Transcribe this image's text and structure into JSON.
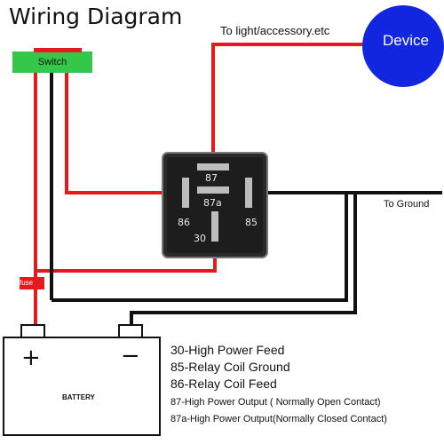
{
  "title": "Wiring Diagram",
  "labels": {
    "to_light": "To light/accessory.etc",
    "device": "Device",
    "switch": "Switch",
    "to_ground": "To Ground",
    "fuse": "fuse",
    "battery": "BATTERY",
    "plus": "+",
    "minus": "−"
  },
  "relay_pins": {
    "p87": "87",
    "p87a": "87a",
    "p86": "86",
    "p85": "85",
    "p30": "30"
  },
  "legend": [
    "30-High Power Feed",
    "85-Relay Coil Ground",
    "86-Relay Coil Feed",
    "87-High Power Output ( Normally Open Contact)",
    "87a-High Power Output(Normally Closed Contact)"
  ],
  "colors": {
    "positive_wire": "#e8191d",
    "ground_wire": "#111111",
    "device": "#1226e0",
    "switch": "#35c749",
    "relay_body": "#2a2a2a"
  }
}
